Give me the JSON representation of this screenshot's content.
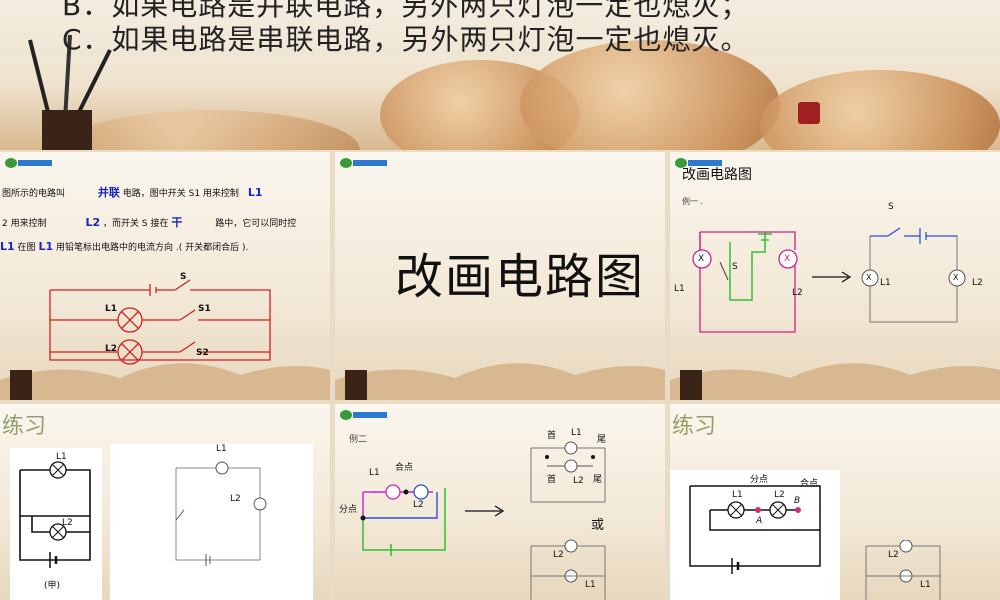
{
  "banner": {
    "line_b": "B．如果电路是并联电路，另外两只灯泡一定也熄灭；",
    "line_c": "C．如果电路是串联电路，另外两只灯泡一定也熄灭。"
  },
  "slide1": {
    "l1": "图所示的电路叫",
    "ans1": "并联",
    "l1b": "电路，图中开关 S1 用来控制",
    "ans2": "L1",
    "l2": "2 用来控制",
    "ans3": "L2",
    "l2b": "，而开关 S 接在",
    "ans4": "干",
    "l2c": "路中，它可以同时控",
    "ans5": "L1",
    "l3a": "在图",
    "ans6": "L1",
    "l3b": "用铅笔标出电路中的电流方向 .( 开关都闭合后 ).",
    "s": "S",
    "L1": "L1",
    "S1": "S1",
    "L2": "L2",
    "S2": "S2"
  },
  "slide2": {
    "title": "改画电路图"
  },
  "slide3": {
    "title": "改画电路图",
    "example": "例一 .",
    "s_left": "S",
    "L1_left": "L1",
    "L2_left": "L2",
    "s_right": "S",
    "L1_right": "L1",
    "L2_right": "L2",
    "lamp": "X"
  },
  "slide4": {
    "practice": "练习",
    "L1": "L1",
    "L2": "L2",
    "caption": "(甲)",
    "right_L1": "L1",
    "right_L2": "L2"
  },
  "slide5": {
    "example": "例二",
    "he": "合点",
    "fen": "分点",
    "L1": "L1",
    "L2": "L2",
    "shou1": "首",
    "wei1": "尾",
    "r_L1": "L1",
    "shou2": "首",
    "wei2": "尾",
    "r_L2": "L2",
    "or": "或",
    "b_L2": "L2",
    "b_L1": "L1"
  },
  "slide6": {
    "practice": "练习",
    "fen": "分点",
    "he": "合点",
    "L1": "L1",
    "L2": "L2",
    "A": "A",
    "B": "B",
    "b_L2": "L2",
    "b_L1": "L1"
  }
}
